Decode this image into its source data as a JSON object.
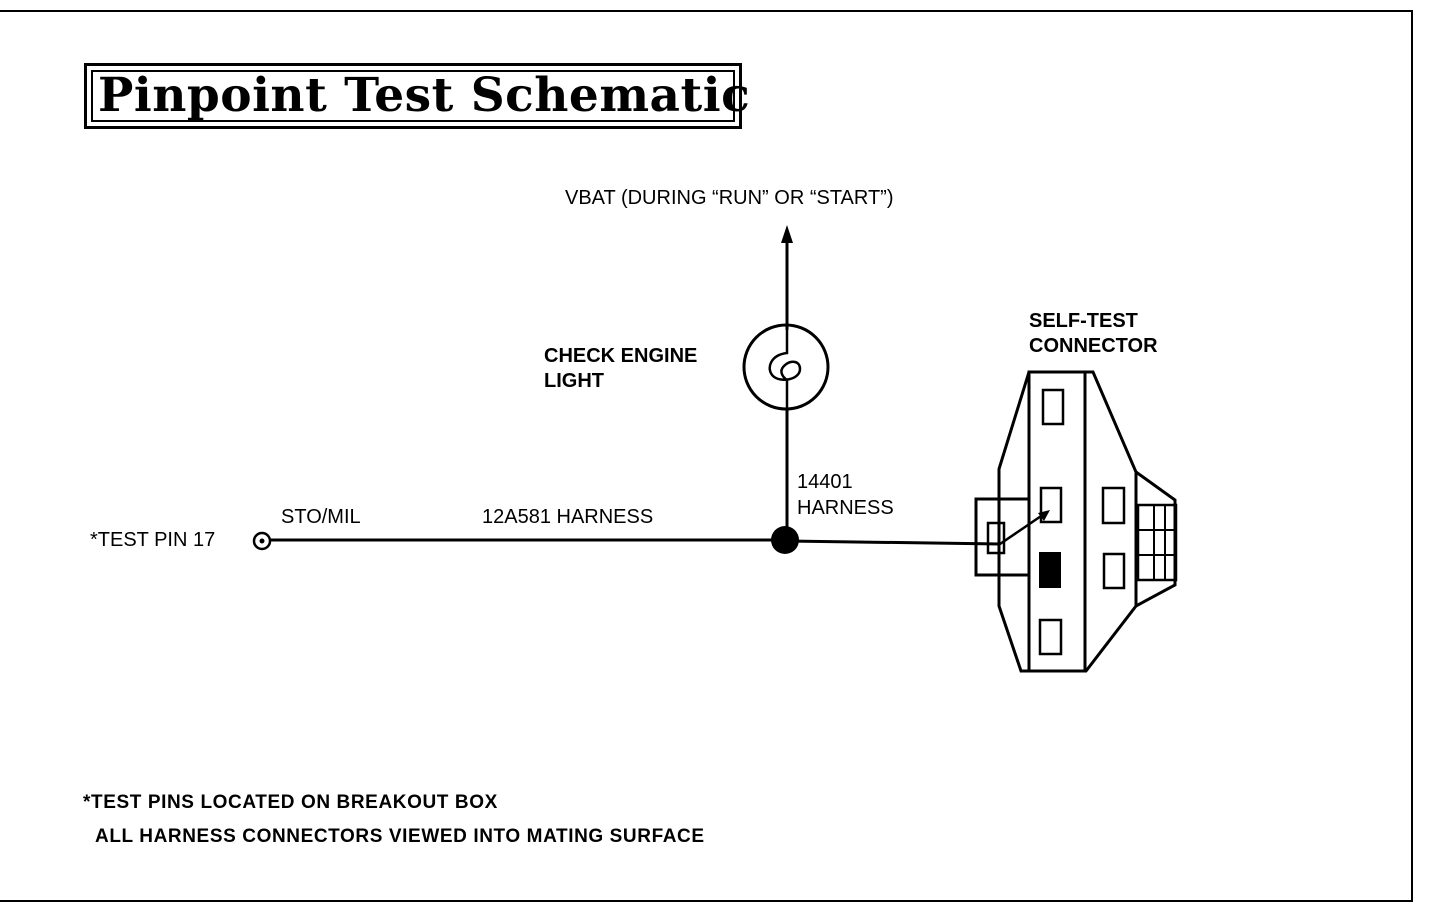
{
  "title": "Pinpoint Test Schematic",
  "labels": {
    "vbat": "VBAT (DURING “RUN” OR “START”)",
    "check_engine_light_line1": "CHECK ENGINE",
    "check_engine_light_line2": "LIGHT",
    "self_test_connector_line1": "SELF-TEST",
    "self_test_connector_line2": "CONNECTOR",
    "harness_14401_line1": "14401",
    "harness_14401_line2": "HARNESS",
    "sto_mil": "STO/MIL",
    "harness_12a581": "12A581 HARNESS",
    "test_pin": "*TEST PIN 17"
  },
  "notes": {
    "line1": "*TEST PINS LOCATED ON BREAKOUT BOX",
    "line2": "ALL HARNESS CONNECTORS VIEWED INTO MATING SURFACE"
  }
}
